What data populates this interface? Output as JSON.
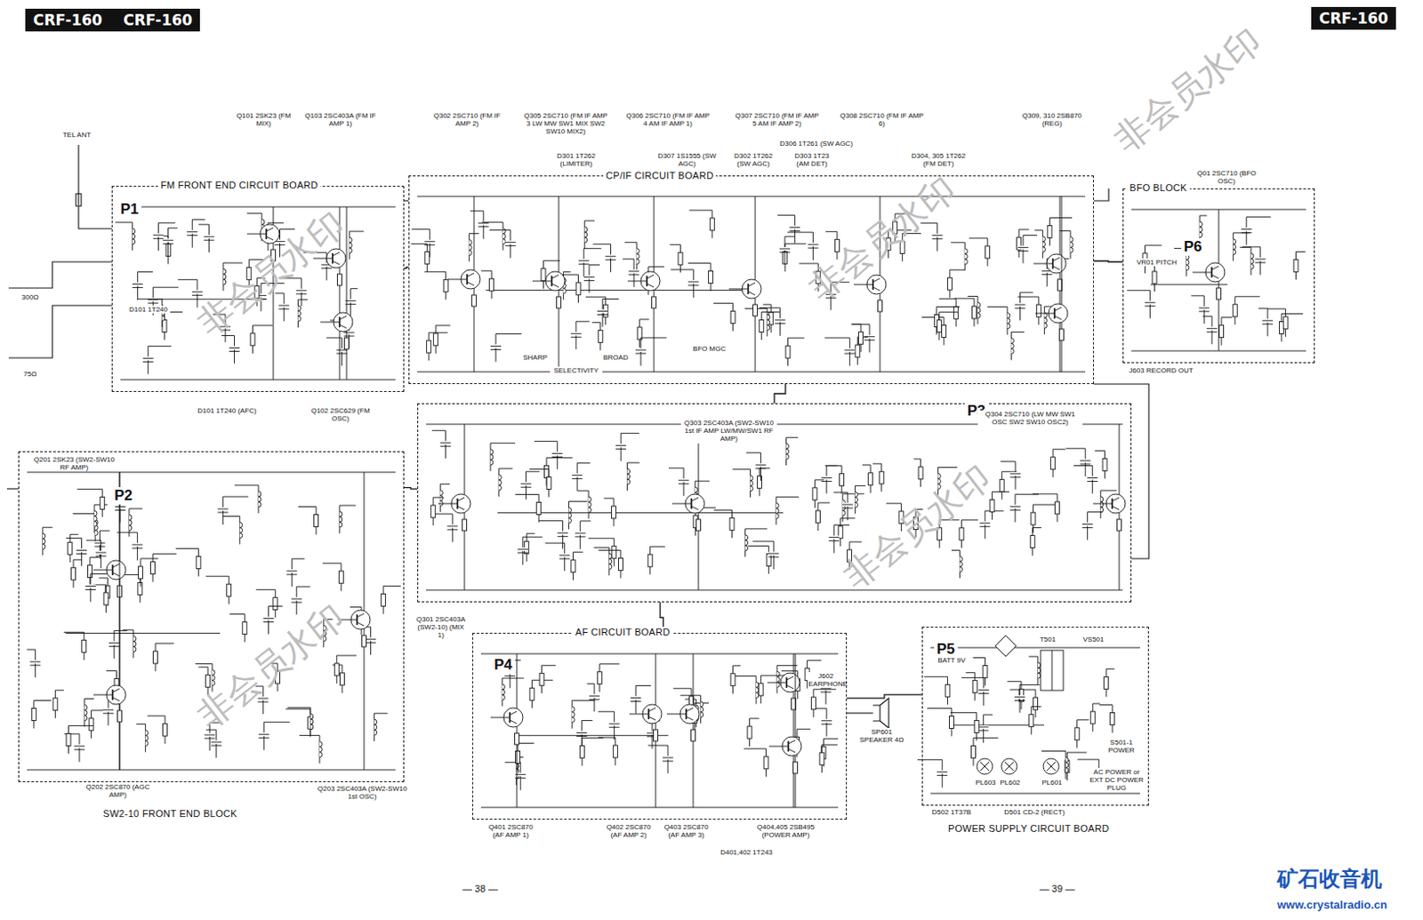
{
  "diagram": {
    "nodes": [
      {
        "text": [
          "CRF-160",
          "CRF-160"
        ]
      },
      {
        "text": [
          "CRF-160"
        ]
      },
      {
        "text": [
          "FM FRONT END CIRCUIT BOARD",
          "P1"
        ]
      },
      {
        "text": [
          "CP/IF CIRCUIT BOARD"
        ]
      },
      {
        "text": [
          "BFO BLOCK",
          "P6"
        ]
      },
      {
        "text": [
          "P3"
        ]
      },
      {
        "text": [
          "P2",
          "SW2-10 FRONT END BLOCK"
        ]
      },
      {
        "text": [
          "AF CIRCUIT BOARD",
          "P4"
        ]
      },
      {
        "text": [
          "P5",
          "POWER SUPPLY CIRCUIT BOARD"
        ]
      }
    ],
    "edges": [
      {
        "from": 2,
        "to": 3,
        "arrow": "none"
      },
      {
        "from": 3,
        "to": 4,
        "arrow": "none"
      },
      {
        "from": 3,
        "to": 5,
        "arrow": "none"
      },
      {
        "from": 6,
        "to": 5,
        "arrow": "none"
      },
      {
        "from": 5,
        "to": 7,
        "arrow": "none"
      },
      {
        "from": 7,
        "to": 8,
        "arrow": "none"
      }
    ],
    "labels": [
      "Q101 2SK23 (FM MIX)",
      "Q103 2SC403A (FM IF AMP 1)",
      "Q302 2SC710 (FM IF AMP 2)",
      "Q305 2SC710 (FM IF AMP 3 LW MW SW1 MIX SW2 SW10 MIX2)",
      "Q306 2SC710 (FM IF AMP 4 AM IF AMP 1)",
      "Q307 2SC710 (FM IF AMP 5 AM IF AMP 2)",
      "Q308 2SC710 (FM IF AMP 6)",
      "Q309, 310 2SB870 (REG)",
      "D301 1T262 (LIMITER)",
      "D307 1S1555 (SW AGC)",
      "D306 1T261 (SW AGC)",
      "D302 1T262 (SW AGC)",
      "D303 1T23 (AM DET)",
      "D304, 305 1T262 (FM DET)",
      "Q01 2SC710 (BFO OSC)",
      "TEL ANT",
      "D101 1T240",
      "D101 1T240 (AFC)",
      "Q102 2SC629 (FM OSC)",
      "Q201 2SK23 (SW2-SW10 RF AMP)",
      "Q303 2SC403A (SW2-SW10 1st IF AMP LW/MW/SW1 RF AMP)",
      "Q304 2SC710 (LW MW SW1 OSC SW2 SW10 OSC2)",
      "Q301 2SC403A (SW2-10) (MIX 1)",
      "Q202 2SC870 (AGC AMP)",
      "Q203 2SC403A (SW2-SW10 1st OSC)",
      "Q401 2SC870 (AF AMP 1)",
      "Q402 2SC870 (AF AMP 2)",
      "Q403 2SC870 (AF AMP 3)",
      "Q404,405 2SB495 (POWER AMP)",
      "D401,402 1T243",
      "D502 1T37B",
      "D501 CD-2 (RECT)",
      "— 38 —",
      "— 39 —",
      "矿石收音机",
      "www.crystalradio.cn",
      "SHARP",
      "BROAD",
      "SELECTIVITY",
      "BFO MGC",
      "VR01 PITCH",
      "J603 RECORD OUT",
      "J602 EARPHONE",
      "SP601 SPEAKER 4Ω",
      "BATT 9V",
      "T501",
      "VS501",
      "S501-1 POWER",
      "AC POWER or EXT DC POWER PLUG",
      "PL603",
      "PL602",
      "PL601",
      "75Ω",
      "300Ω",
      "非会员水印",
      "非会员水印",
      "非会员水印",
      "非会员水印",
      "非会员水印"
    ]
  }
}
